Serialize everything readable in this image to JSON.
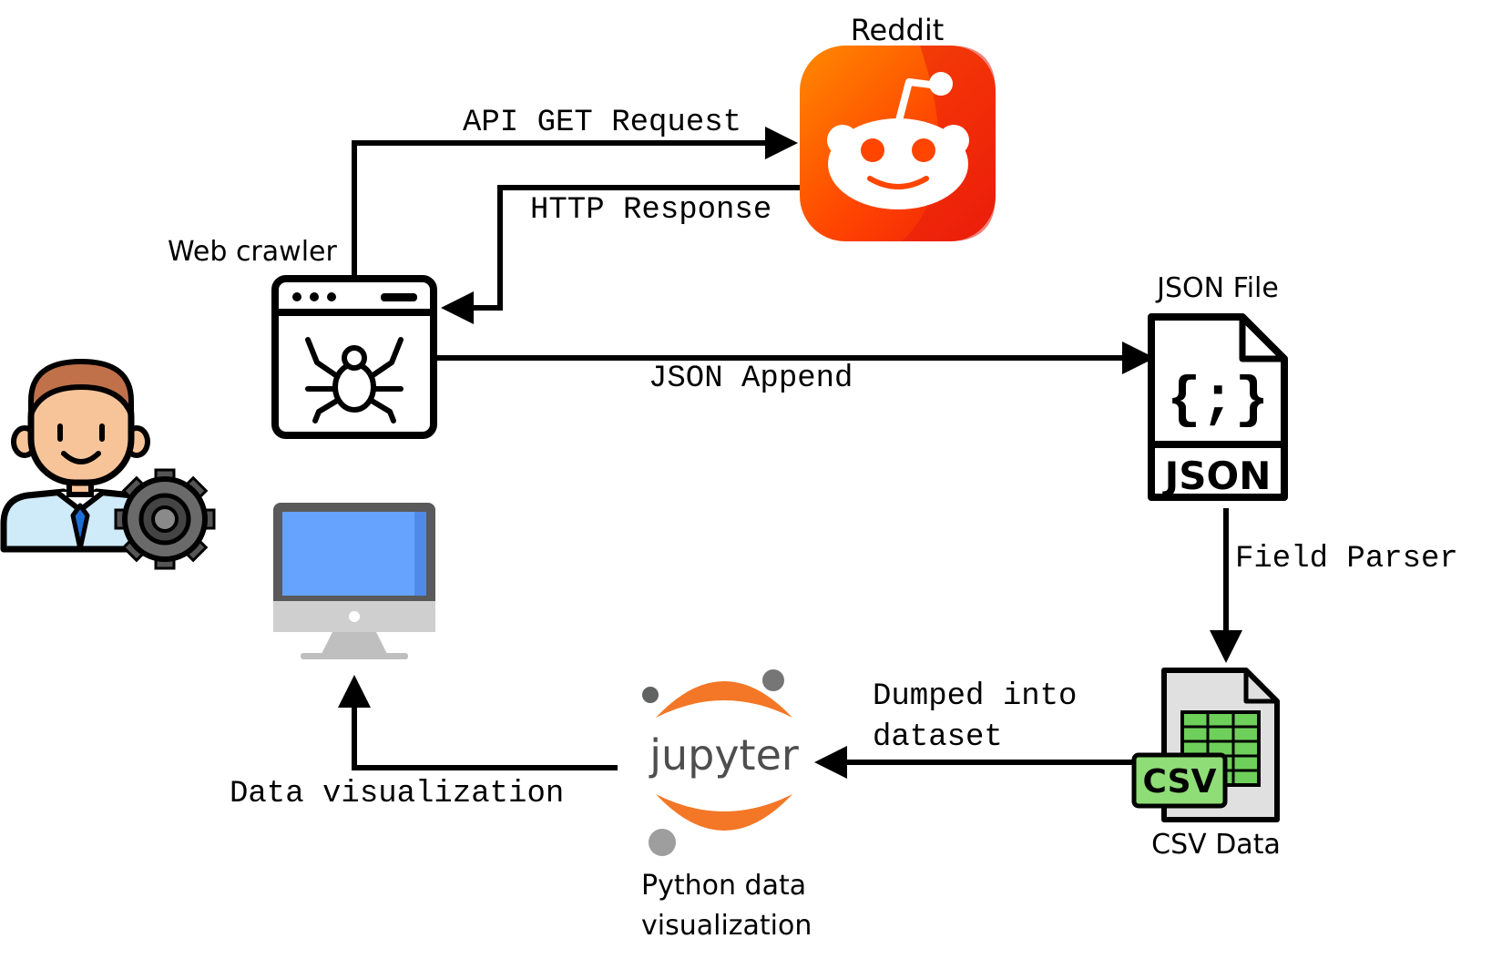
{
  "nodes": {
    "reddit": {
      "label": "Reddit",
      "icon": "reddit-icon",
      "color": "#ff4500"
    },
    "web_crawler": {
      "label": "Web crawler",
      "icon": "spider-browser-icon"
    },
    "json_file": {
      "label": "JSON File",
      "icon": "json-file-icon",
      "badge": "JSON",
      "glyph": "{;}"
    },
    "csv_data": {
      "label": "CSV Data",
      "icon": "csv-file-icon",
      "badge": "CSV",
      "color": "#6fcf5b"
    },
    "jupyter": {
      "label_line1": "Python data",
      "label_line2": "visualization",
      "icon": "jupyter-icon",
      "wordmark": "jupyter",
      "color": "#f37726"
    },
    "monitor": {
      "icon": "monitor-icon",
      "screen_color": "#66a3ff"
    },
    "user": {
      "icon": "engineer-avatar-icon",
      "badge_icon": "gear-icon"
    }
  },
  "edges": {
    "api_get": "API GET Request",
    "http_response": "HTTP Response",
    "json_append": "JSON Append",
    "field_parser": "Field Parser",
    "dumped_line1": "Dumped into",
    "dumped_line2": "dataset",
    "data_viz": "Data visualization"
  }
}
